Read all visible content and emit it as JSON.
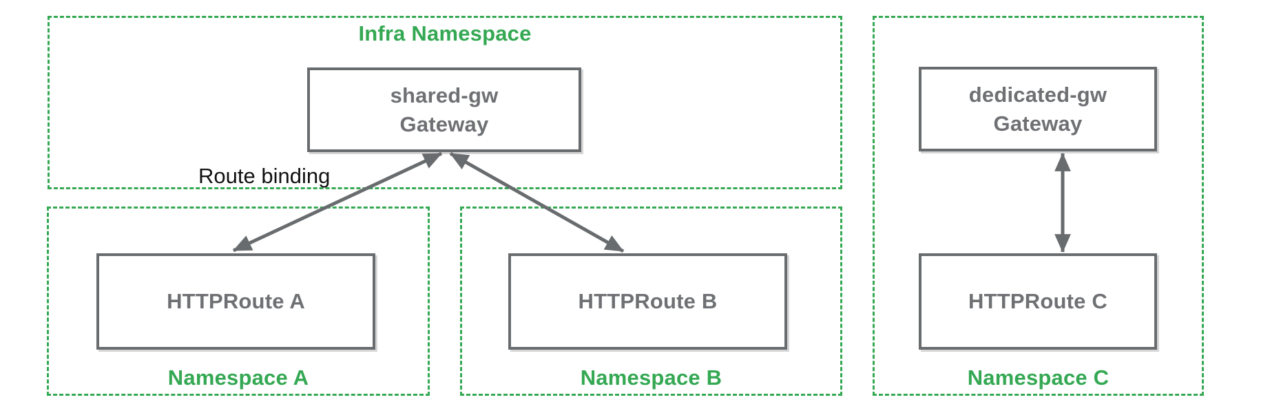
{
  "colors": {
    "namespace_green": "#34A853",
    "node_gray": "#696C6E",
    "node_text_gray": "#6E7073",
    "annotation_black": "#111111"
  },
  "infra_namespace": {
    "label": "Infra Namespace",
    "gateway": {
      "name": "shared-gw",
      "kind": "Gateway"
    }
  },
  "route_binding_label": "Route binding",
  "namespace_a": {
    "label": "Namespace A",
    "route": "HTTPRoute A"
  },
  "namespace_b": {
    "label": "Namespace B",
    "route": "HTTPRoute B"
  },
  "namespace_c": {
    "label": "Namespace C",
    "gateway": {
      "name": "dedicated-gw",
      "kind": "Gateway"
    },
    "route": "HTTPRoute C"
  }
}
